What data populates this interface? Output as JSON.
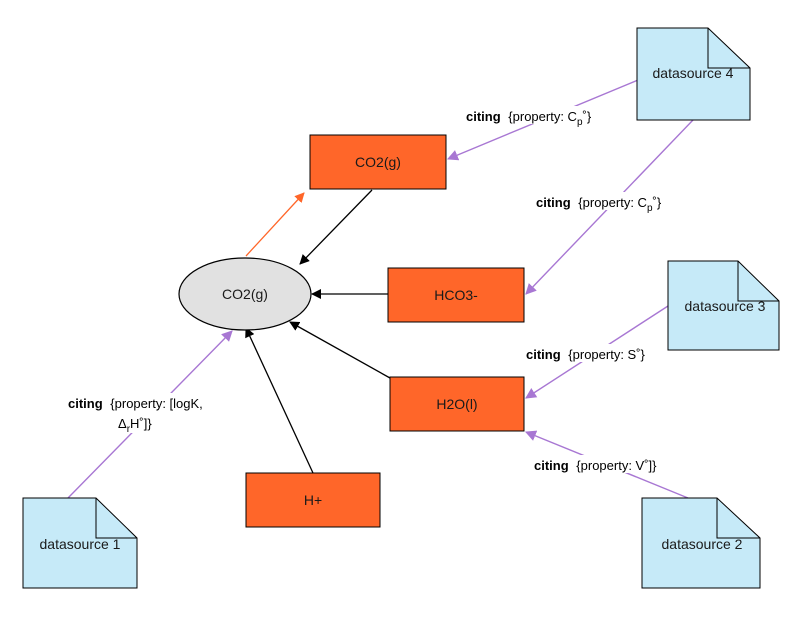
{
  "colors": {
    "species_fill": "#ff6629",
    "datasource_fill": "#c6eaf8",
    "central_fill": "#e1e1e1",
    "citing_edge": "#a877d3",
    "link_edge": "#000000",
    "highlight_edge": "#ff6629"
  },
  "nodes": {
    "center": "CO2(g)",
    "co2g": "CO2(g)",
    "hco3": "HCO3-",
    "h2o": "H2O(l)",
    "hplus": "H+",
    "ds1": "datasource 1",
    "ds2": "datasource 2",
    "ds3": "datasource 3",
    "ds4": "datasource 4"
  },
  "labels": {
    "citing": "citing",
    "ds4_co2g": {
      "prefix": "{property: C",
      "sub": "p",
      "suffix": "˚}"
    },
    "ds4_hco3": {
      "prefix": "{property: C",
      "sub": "p",
      "suffix": "˚}"
    },
    "ds3_h2o": {
      "text": "{property: S˚}"
    },
    "ds2_h2o": {
      "text": "{property: V˚]}"
    },
    "ds1_center": {
      "line1": "{property: [logK,",
      "line2_a": "Δ",
      "line2_sub": "r",
      "line2_b": "H˚]}"
    }
  }
}
